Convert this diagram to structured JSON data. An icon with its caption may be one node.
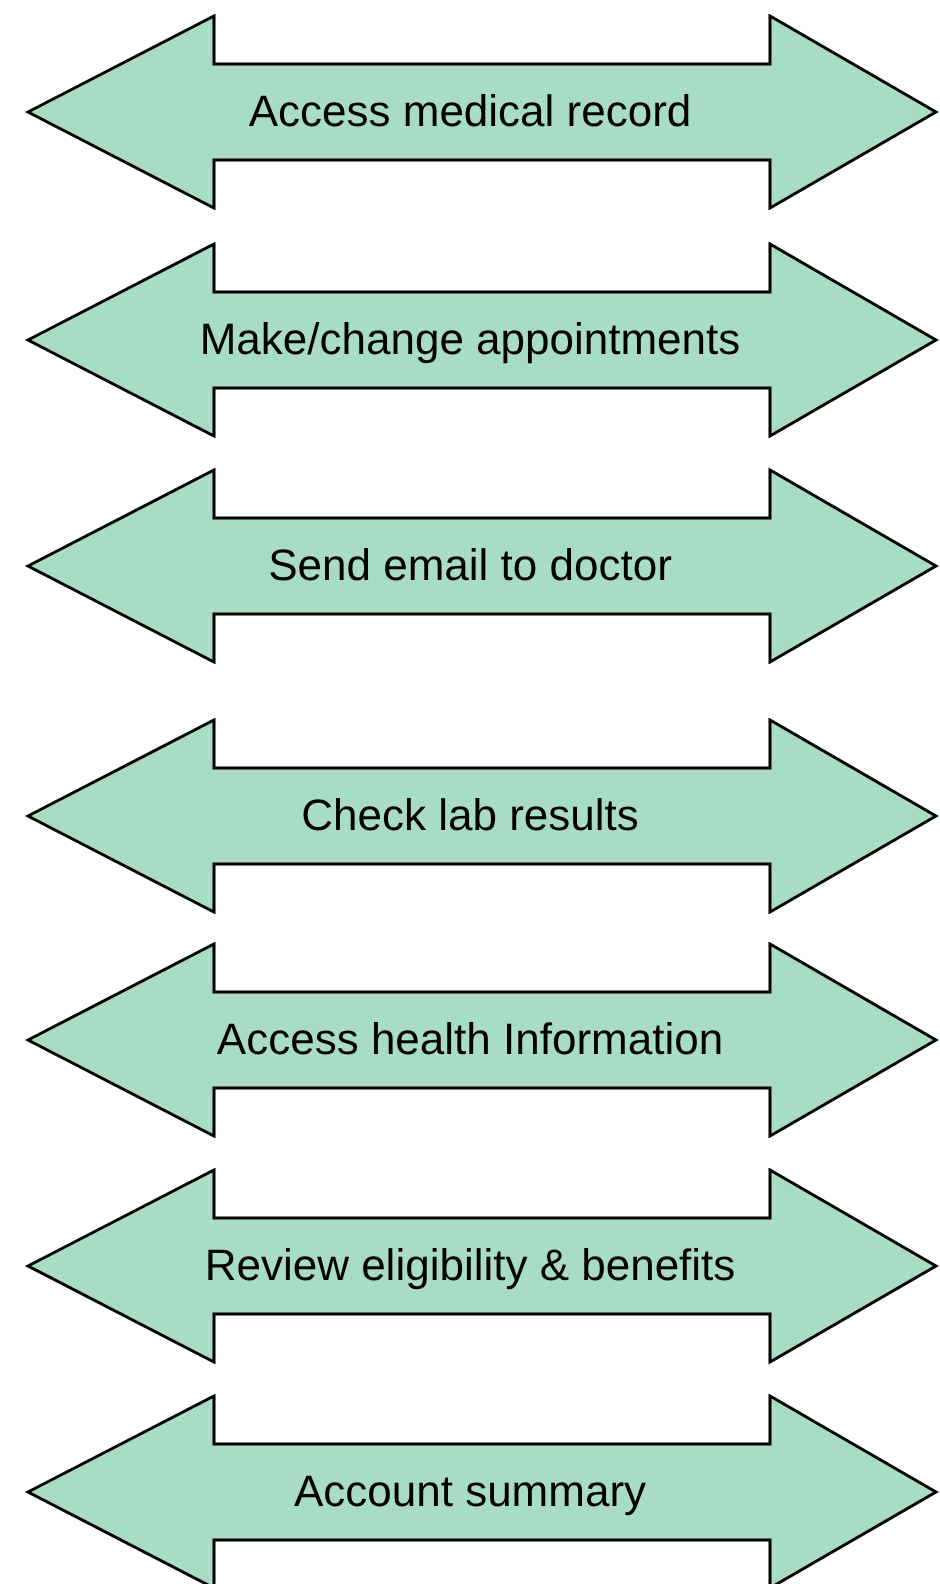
{
  "diagram": {
    "nodes": [
      {
        "text": [
          "Access medical record"
        ]
      },
      {
        "text": [
          "Make/change appointments"
        ]
      },
      {
        "text": [
          "Send email to doctor"
        ]
      },
      {
        "text": [
          "Check lab results"
        ]
      },
      {
        "text": [
          "Access health Information"
        ]
      },
      {
        "text": [
          "Review eligibility & benefits"
        ]
      },
      {
        "text": [
          "Account summary"
        ]
      }
    ]
  }
}
